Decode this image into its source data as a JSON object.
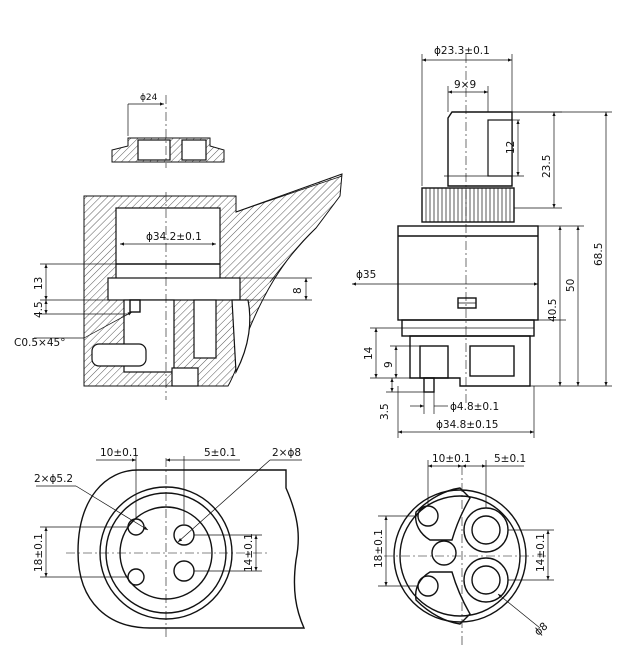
{
  "dims": {
    "d24": "ϕ24",
    "d34_2": "ϕ34.2±0.1",
    "d13": "13",
    "d4_5": "4.5",
    "d8": "8",
    "chamfer": "C0.5×45°",
    "d23_3": "ϕ23.3±0.1",
    "d9x9": "9×9",
    "d12": "12",
    "d23_5": "23.5",
    "d68_5": "68.5",
    "d35": "ϕ35",
    "d50": "50",
    "d40_5": "40.5",
    "d14": "14",
    "d9": "9",
    "d3_5": "3.5",
    "d4_8": "ϕ4.8±0.1",
    "d34_8": "ϕ34.8±0.15",
    "bl_10": "10±0.1",
    "bl_5": "5±0.1",
    "bl_2x52": "2×ϕ5.2",
    "bl_2x8": "2×ϕ8",
    "bl_18": "18±0.1",
    "bl_14": "14±0.1",
    "br_10": "10±0.1",
    "br_5": "5±0.1",
    "br_18": "18±0.1",
    "br_14": "14±0.1",
    "br_8": "ϕ8"
  }
}
